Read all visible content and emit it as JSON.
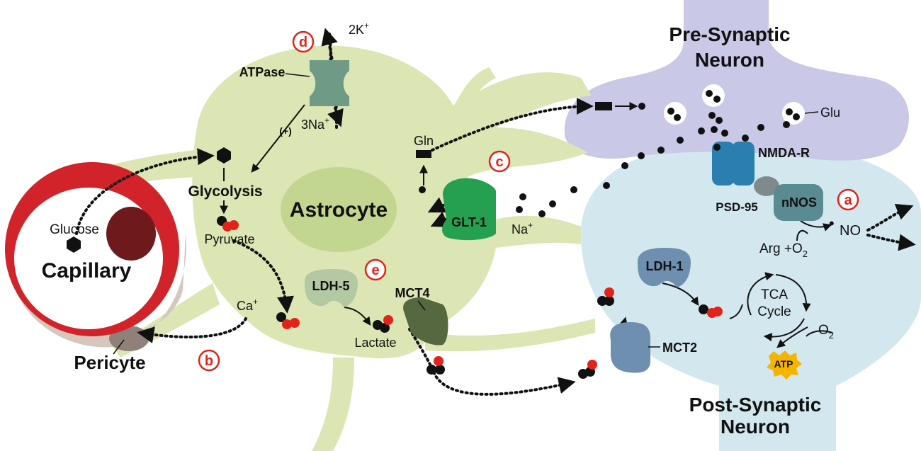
{
  "labels": {
    "pre_synaptic_line1": "Pre-Synaptic",
    "pre_synaptic_line2": "Neuron",
    "post_synaptic_line1": "Post-Synaptic",
    "post_synaptic_line2": "Neuron",
    "astrocyte": "Astrocyte",
    "capillary": "Capillary",
    "pericyte": "Pericyte",
    "glucose": "Glucose",
    "glycolysis": "Glycolysis",
    "pyruvate": "Pyruvate",
    "lactate": "Lactate",
    "atpase": "ATPase",
    "plus": "(+)",
    "k_ions": "2K",
    "k_sup": "+",
    "na_ions": "3Na",
    "na_sup": "+",
    "gln": "Gln",
    "glt1": "GLT-1",
    "na": "Na",
    "na2_sup": "+",
    "ca": "Ca",
    "ca_sup": "+",
    "ldh5": "LDH-5",
    "mct4": "MCT4",
    "glu": "Glu",
    "nmda_r": "NMDA-R",
    "psd95": "PSD-95",
    "nnos": "nNOS",
    "no_dot": "•",
    "no": "NO",
    "arg_o2": "Arg +O",
    "o2_sub": "2",
    "ldh1": "LDH-1",
    "tca_line1": "TCA",
    "tca_line2": "Cycle",
    "o2": "O",
    "o2b_sub": "2",
    "mct2": "MCT2",
    "atp": "ATP"
  },
  "markers": {
    "a": "a",
    "b": "b",
    "c": "c",
    "d": "d",
    "e": "e"
  },
  "colors": {
    "astrocyte": "#dce5b4",
    "astrocyte_nucleus": "#c3d690",
    "pre_synaptic": "#c9c8e6",
    "post_synaptic": "#d2e8ee",
    "capillary_wall": "#d2232a",
    "pericyte": "#d5c7bd",
    "marker_red": "#e2231a",
    "atpase_pump": "#6f9a85",
    "glt1": "#25a050",
    "mct4": "#55683f",
    "ldh": "#b4c9a3",
    "nmda": "#2a7fb0",
    "nnos": "#5a8a92",
    "ldh1_mct2": "#6f8fb0",
    "atp": "#f5b400"
  }
}
